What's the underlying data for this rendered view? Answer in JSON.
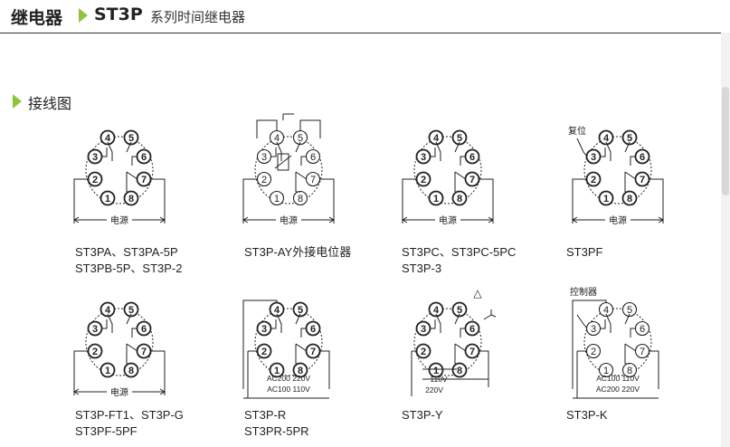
{
  "header": {
    "category": "继电器",
    "model": "ST3P",
    "subtitle": "系列时间继电器"
  },
  "section": {
    "title": "接线图"
  },
  "pins": {
    "p1": "1",
    "p2": "2",
    "p3": "3",
    "p4": "4",
    "p5": "5",
    "p6": "6",
    "p7": "7",
    "p8": "8"
  },
  "labels": {
    "power": "电源",
    "reset": "复位",
    "controller": "控制器",
    "ac200": "AC200 220V",
    "ac100": "AC100 110V",
    "v110": "110V",
    "v220": "220V",
    "triangle": "△",
    "star": "Y"
  },
  "captions": [
    {
      "line1": "ST3PA、ST3PA-5P",
      "line2": "ST3PB-5P、ST3P-2"
    },
    {
      "line1": "ST3P-AY外接电位器",
      "line2": ""
    },
    {
      "line1": "ST3PC、ST3PC-5PC",
      "line2": "ST3P-3"
    },
    {
      "line1": "ST3PF",
      "line2": ""
    },
    {
      "line1": "ST3P-FT1、ST3P-G",
      "line2": "ST3PF-5PF"
    },
    {
      "line1": "ST3P-R",
      "line2": "ST3PR-5PR"
    },
    {
      "line1": "ST3P-Y",
      "line2": ""
    },
    {
      "line1": "ST3P-K",
      "line2": ""
    }
  ]
}
